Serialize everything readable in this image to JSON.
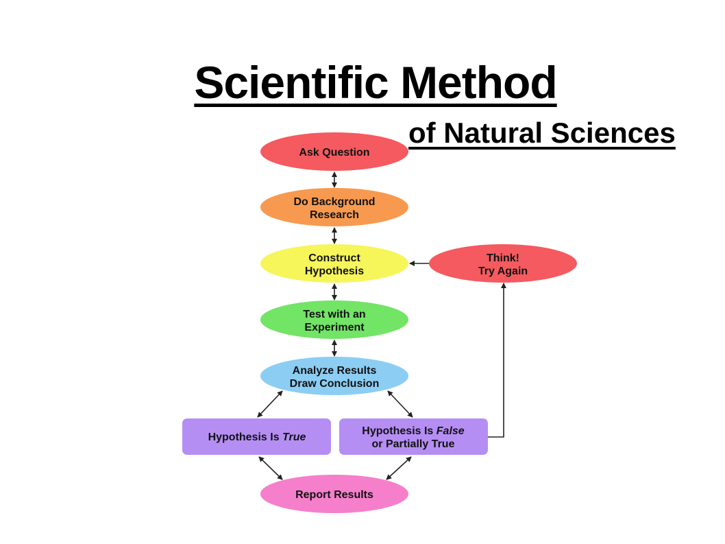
{
  "title": "Scientific Method",
  "subtitle": "of Natural Sciences",
  "nodes": {
    "ask_question": {
      "lines": [
        "Ask Question"
      ],
      "color": "#f45a5f"
    },
    "background_research": {
      "lines": [
        "Do Background",
        "Research"
      ],
      "color": "#f79a4f"
    },
    "construct_hypothesis": {
      "lines": [
        "Construct",
        "Hypothesis"
      ],
      "color": "#f6f55a"
    },
    "test_experiment": {
      "lines": [
        "Test with an",
        "Experiment"
      ],
      "color": "#72e466"
    },
    "analyze_results": {
      "lines": [
        "Analyze Results",
        "Draw Conclusion"
      ],
      "color": "#8ccdf3"
    },
    "hypothesis_true": {
      "prefix": "Hypothesis Is ",
      "emphasis": "True",
      "color": "#b58ef4"
    },
    "hypothesis_false": {
      "line1_prefix": "Hypothesis Is ",
      "line1_emphasis": "False",
      "line2": "or Partially True",
      "color": "#b58ef4"
    },
    "report_results": {
      "lines": [
        "Report Results"
      ],
      "color": "#f57fcb"
    },
    "think_try_again": {
      "lines": [
        "Think!",
        "Try Again"
      ],
      "color": "#f45a5f"
    }
  }
}
